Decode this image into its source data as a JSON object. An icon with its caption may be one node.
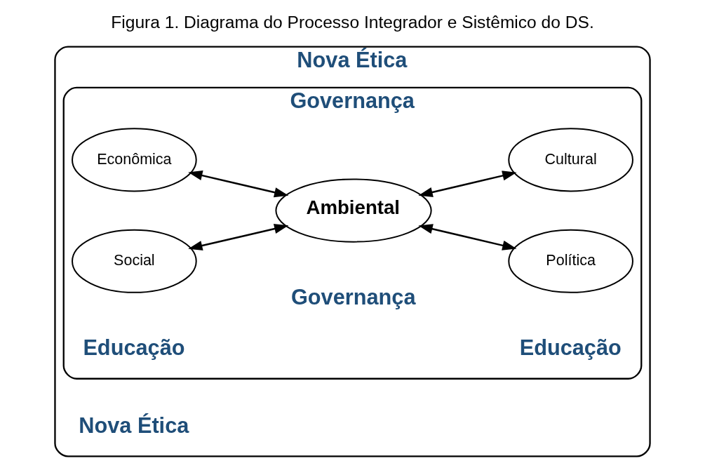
{
  "diagram": {
    "title": "Figura 1. Diagrama do Processo Integrador e Sistêmico do DS.",
    "nodes": [
      {
        "text": [
          "Nova Ética",
          "Nova Ética"
        ]
      },
      {
        "text": [
          "Governança",
          "Educação",
          "Educação",
          "Governança"
        ],
        "in": 0
      },
      {
        "text": [
          "Econômica"
        ],
        "in": 1
      },
      {
        "text": [
          "Política"
        ],
        "in": 1
      },
      {
        "text": [
          "Ambiental"
        ],
        "in": 1
      },
      {
        "text": [
          "Social"
        ],
        "in": 1
      },
      {
        "text": [
          "Cultural"
        ],
        "in": 1
      }
    ],
    "edges": [
      {
        "from": 2,
        "to": 4,
        "arrow": "both"
      },
      {
        "from": 5,
        "to": 4,
        "arrow": "both"
      },
      {
        "from": 4,
        "to": 3,
        "arrow": "both"
      },
      {
        "from": 4,
        "to": 6,
        "arrow": "both"
      }
    ]
  }
}
